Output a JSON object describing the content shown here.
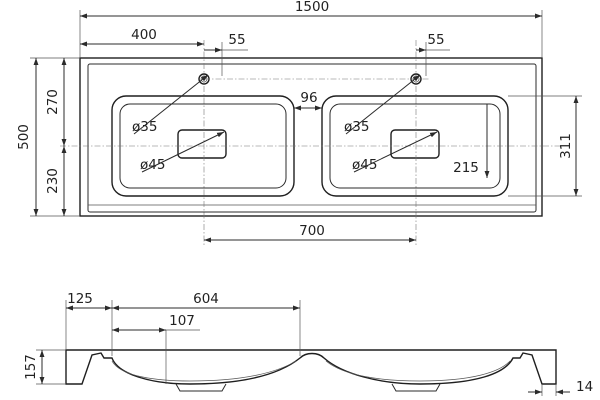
{
  "dimensions": {
    "overall_width": "1500",
    "left_offset": "400",
    "tap_offset_left": "55",
    "tap_offset_right": "55",
    "overall_depth": "500",
    "front_depth": "270",
    "back_depth": "230",
    "bowl_gap": "96",
    "right_depth": "311",
    "tap_hole_left": "ø35",
    "tap_hole_right": "ø35",
    "drain_left": "ø45",
    "drain_right": "ø45",
    "bowl_side": "215",
    "drain_spacing": "700",
    "section_edge": "125",
    "bowl_width": "604",
    "drain_offset": "107",
    "section_height": "157",
    "rim_thickness": "14"
  }
}
